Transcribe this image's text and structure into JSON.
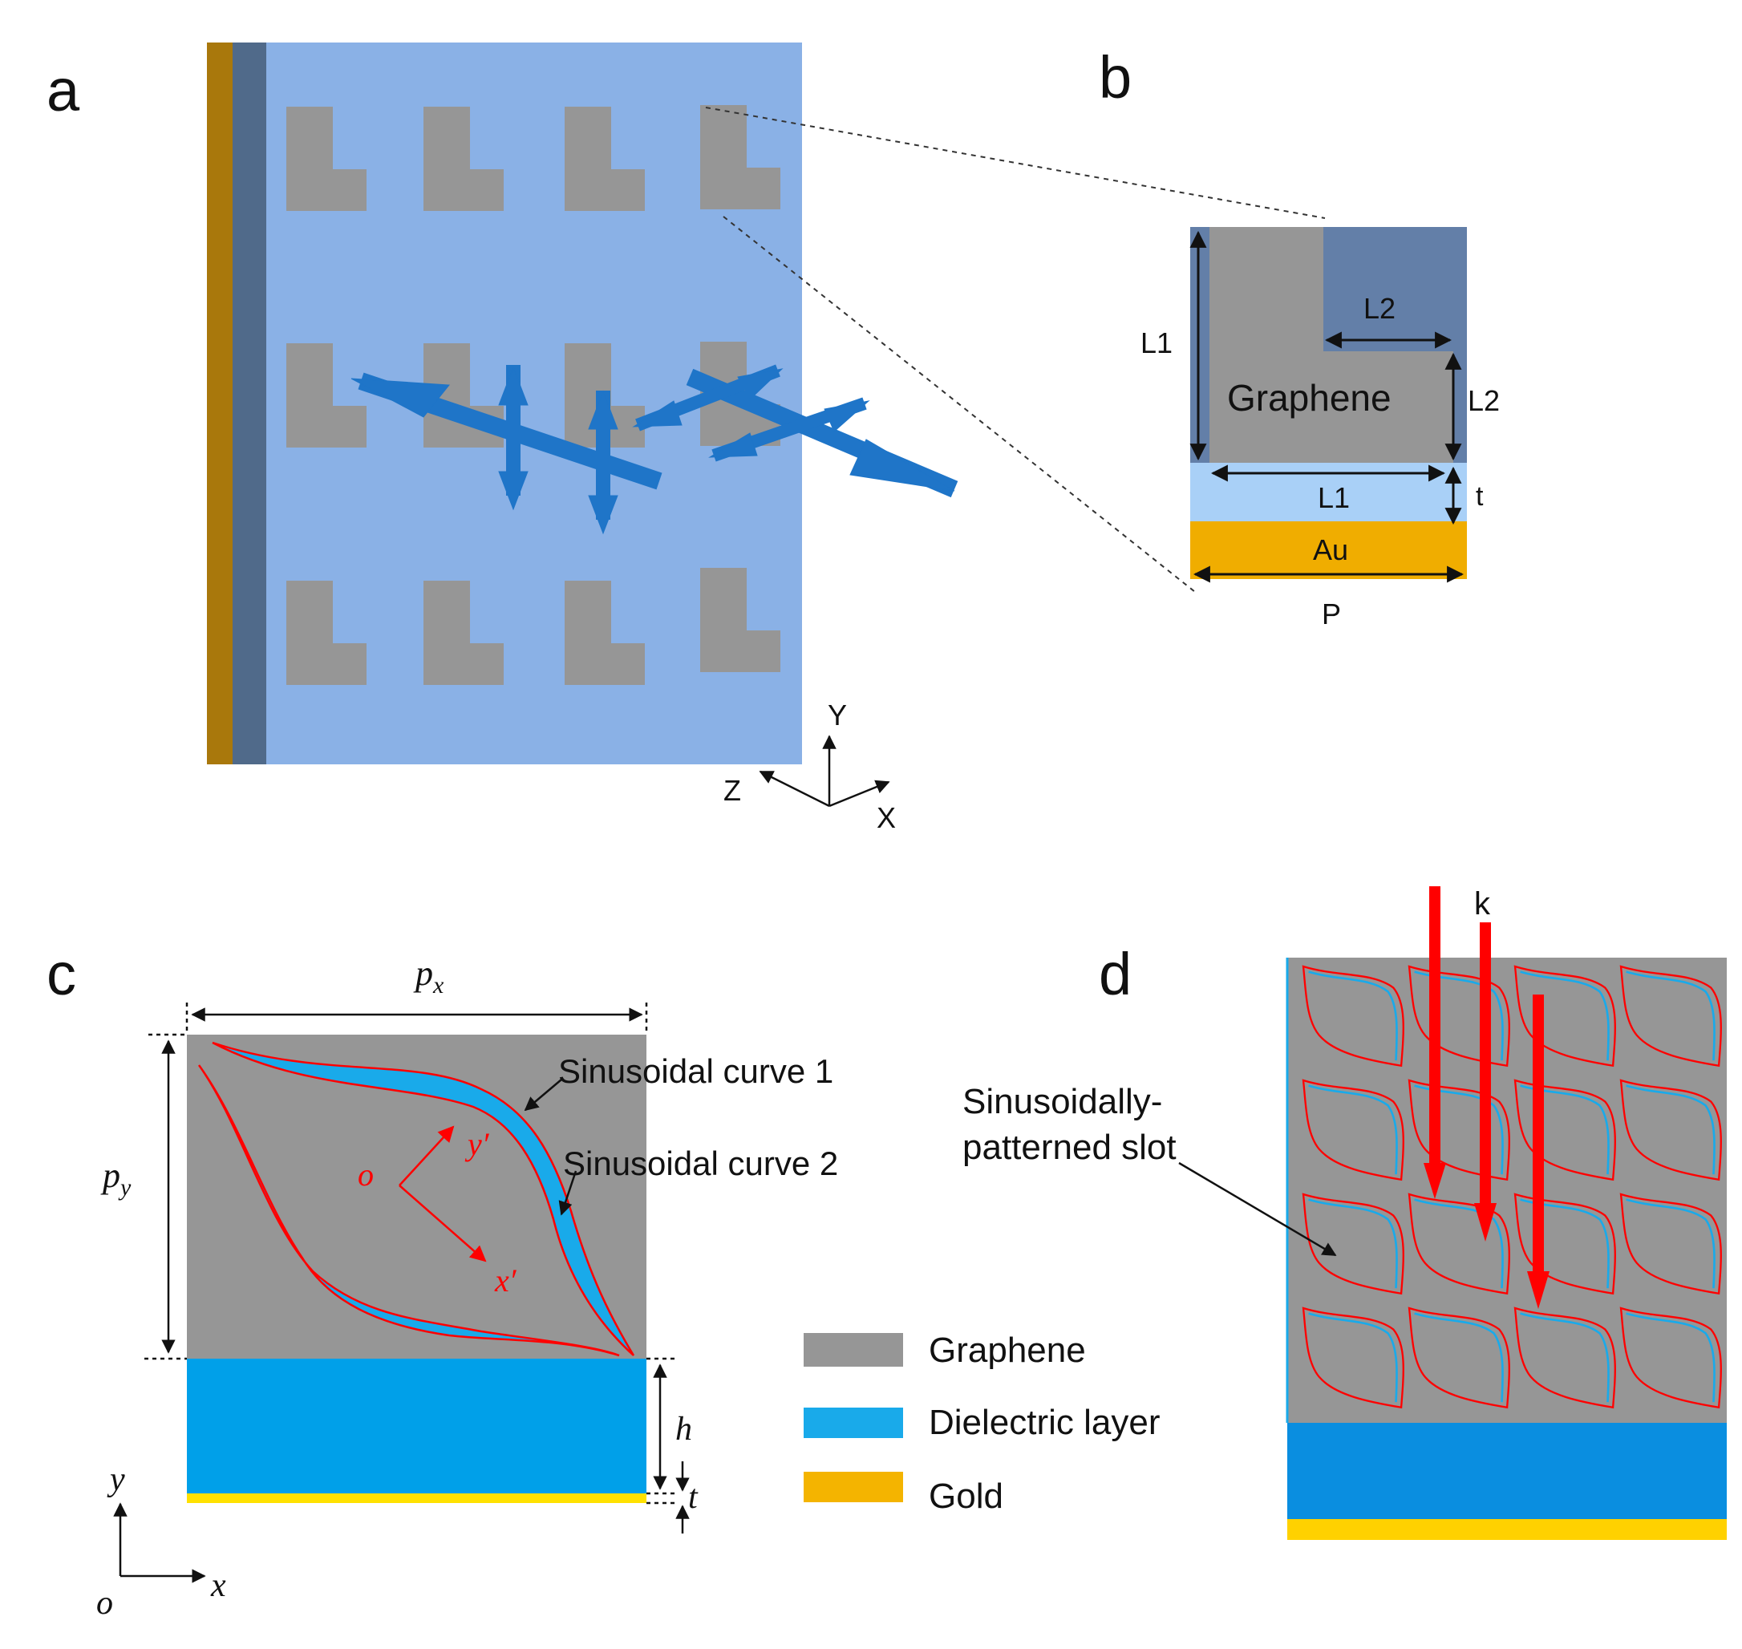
{
  "panels": {
    "a": {
      "label": "a",
      "axes": {
        "y": "Y",
        "z": "Z",
        "x": "X"
      }
    },
    "b": {
      "label": "b",
      "material_label": "Graphene",
      "substrate_label": "Au",
      "dims": {
        "l1_vertical": "L1",
        "l2_horizontal": "L2",
        "l2_vertical": "L2",
        "l1_horizontal": "L1",
        "t": "t",
        "p": "P"
      }
    },
    "c": {
      "label": "c",
      "px_label": "p",
      "px_sub": "x",
      "py_label": "p",
      "py_sub": "y",
      "curve1": "Sinusoidal curve 1",
      "curve2": "Sinusoidal curve 2",
      "origin_local": "o",
      "x_local": "x′",
      "y_local": "y′",
      "h_label": "h",
      "t_label": "t",
      "axis_y": "y",
      "axis_x": "x",
      "axis_o": "o"
    },
    "d": {
      "label": "d",
      "k_label": "k",
      "slot_label_line1": "Sinusoidally-",
      "slot_label_line2": "patterned slot"
    }
  },
  "legend": [
    {
      "label": "Graphene",
      "color": "#969696"
    },
    {
      "label": "Dielectric layer",
      "color": "#19aaea"
    },
    {
      "label": "Gold",
      "color": "#f4b400"
    }
  ],
  "colors": {
    "panel_a_substrate": "#8ab1e6",
    "panel_a_gold_edge": "#a9780c",
    "panel_a_dark_layer": "#506a8a",
    "graphene": "#969696",
    "arrow_blue": "#1f75c8",
    "b_background": "#637fa8",
    "b_dielectric": "#a9d0f7",
    "b_gold": "#f0ad00",
    "c_dielectric": "#00a0e9",
    "c_gold": "#ffe100",
    "slot_cyan": "#19aaea",
    "slot_red": "#ff0000",
    "d_dielectric": "#0a8ee0",
    "d_gold": "#ffd100",
    "k_arrow": "#ff0000"
  }
}
